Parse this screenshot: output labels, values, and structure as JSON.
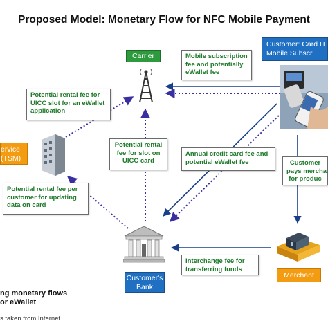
{
  "title": "Proposed Model: Monetary Flow for NFC Mobile Payment",
  "nodes": {
    "carrier": "Carrier",
    "customer_card_holder": "Customer: Card H\nMobile Subscr",
    "service_tsm": "ervice\n(TSM)",
    "customers_bank": "Customer's\nBank",
    "merchant": "Merchant"
  },
  "flows": {
    "mobile_subscription_fee": "Mobile subscription\nfee and potentially\neWallet fee",
    "rental_fee_uicc_slot_ewallet": "Potential rental fee for\nUICC slot for an eWallet\napplication",
    "rental_fee_slot_uicc_card": "Potential rental\nfee for slot on\nUICC card",
    "annual_credit_card_fee": "Annual credit card fee and\npotential eWallet fee",
    "customer_pays_merchant": "Customer\npays merchan\nfor produc",
    "rental_fee_per_customer": "Potential rental fee per\ncustomer for updating\ndata on card",
    "interchange_fee": "Interchange fee for\ntransferring funds"
  },
  "legend": "ng monetary flows\nor eWallet",
  "footnote": "s taken from Internet",
  "colors": {
    "node_green": "#2e9a3e",
    "node_blue": "#1f6fc2",
    "node_orange": "#f39c12",
    "flow_text": "#1e7a2a",
    "solid_arrow": "#1a3f8a",
    "dotted_arrow": "#3a2fa0"
  },
  "icons": [
    "cell-tower-icon",
    "phone-payment-icon",
    "office-building-icon",
    "bank-icon",
    "store-icon"
  ]
}
